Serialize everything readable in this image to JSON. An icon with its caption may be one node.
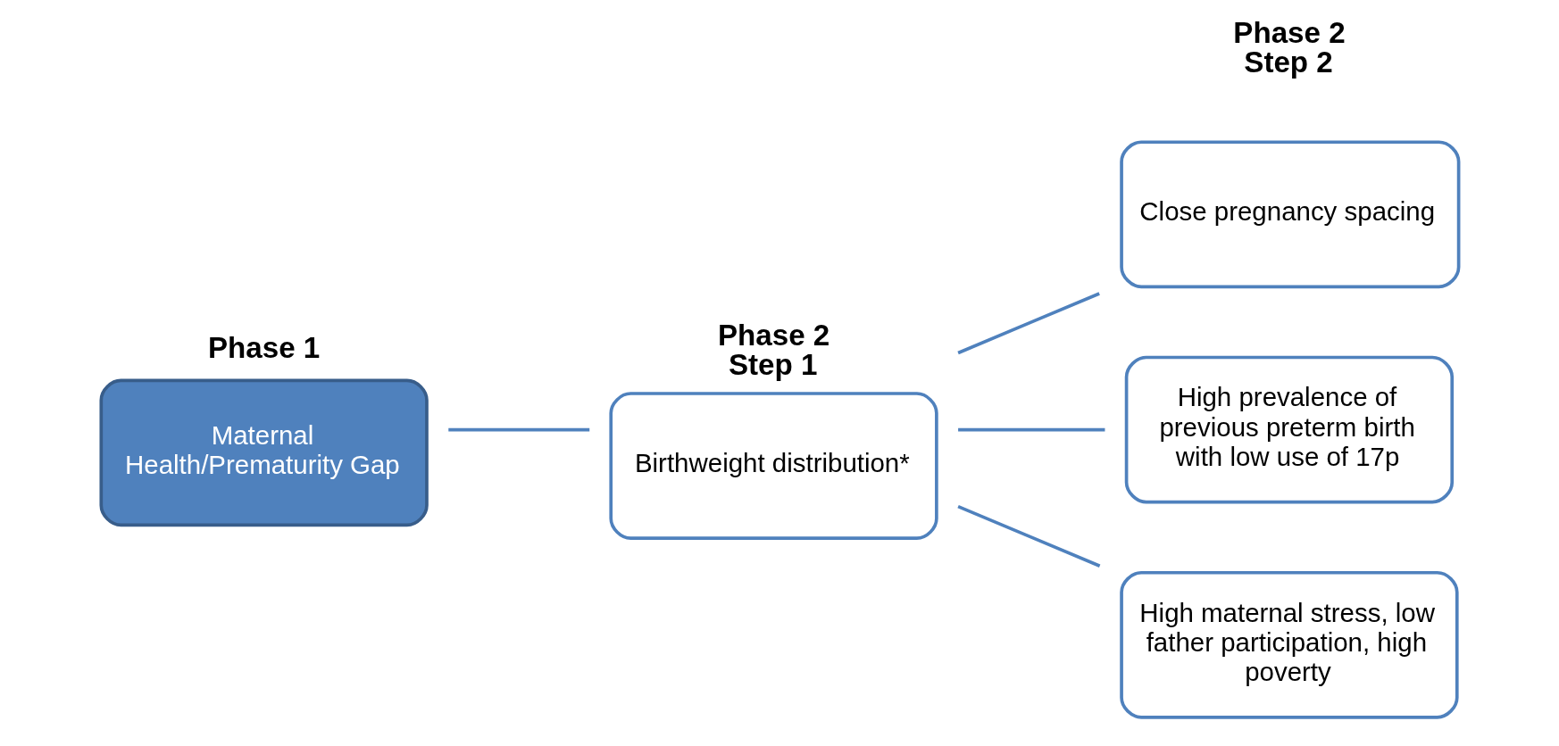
{
  "diagram": {
    "nodes": [
      {
        "text": [
          "Phase 1",
          "Maternal Health/Prematurity Gap"
        ]
      },
      {
        "text": [
          "Phase 2 Step 1",
          "Birthweight distribution*"
        ]
      },
      {
        "text": [
          "Close pregnancy spacing"
        ]
      },
      {
        "text": [
          "High prevalence of previous preterm birth with low use of 17p"
        ]
      },
      {
        "text": [
          "High maternal stress, low father participation, high poverty"
        ]
      }
    ],
    "edges": [
      {
        "from": 0,
        "to": 1,
        "arrow": "none"
      },
      {
        "from": 1,
        "to": 2,
        "arrow": "none"
      },
      {
        "from": 1,
        "to": 3,
        "arrow": "none"
      },
      {
        "from": 1,
        "to": 4,
        "arrow": "none"
      }
    ],
    "labels": [
      "Phase 2 Step 2"
    ]
  }
}
